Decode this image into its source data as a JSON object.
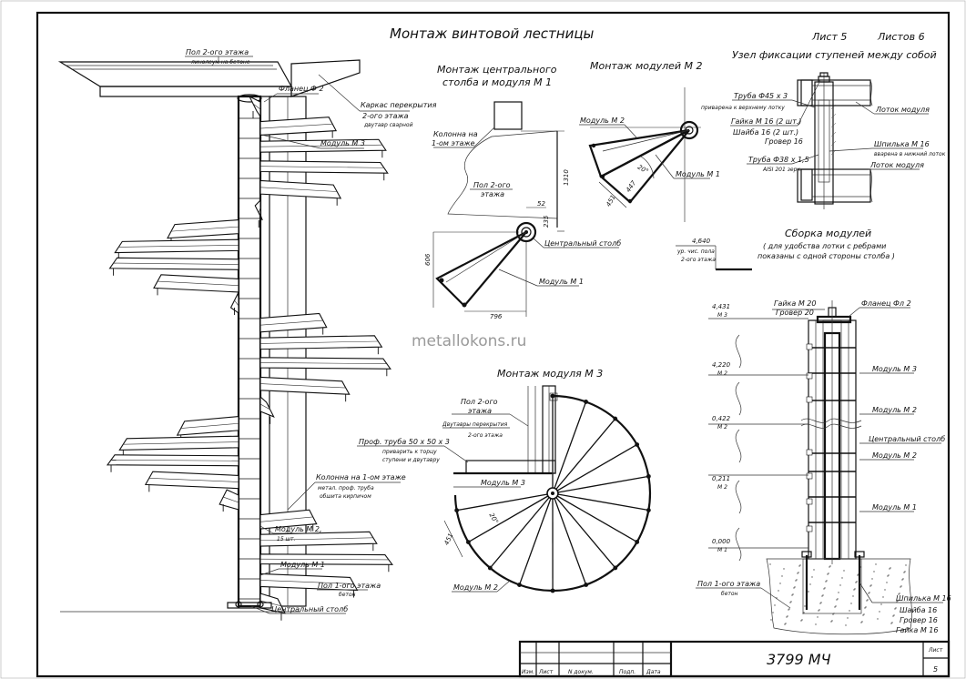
{
  "sheet": {
    "title": "Монтаж винтовой лестницы",
    "sheet_label": "Лист 5",
    "sheets_label": "Листов 6",
    "watermark": "metallokons.ru"
  },
  "views": {
    "central_title_1": "Монтаж центрального",
    "central_title_2": "столба и модуля М 1",
    "m2_title": "Монтаж модулей М 2",
    "node_title": "Узел фиксации ступеней между собой",
    "assembly_title": "Сборка модулей",
    "assembly_note_1": "( для удобства лотки с ребрами",
    "assembly_note_2": "показаны с одной стороны столба )",
    "m3_title": "Монтаж модуля М 3"
  },
  "left_labels": {
    "floor2": "Пол 2-ого этажа",
    "floor2_sub": "линолеум на бетоне",
    "flange": "Фланец Ф 2",
    "frame": "Каркас перекрытия",
    "frame2": "2-ого этажа",
    "frame_sub": "двутавр сварной",
    "module3": "Модуль М 3",
    "column1": "Колонна на 1-ом этаже",
    "column_sub1": "метал. проф. труба",
    "column_sub2": "обшита кирпичом",
    "module2": "Модуль М 2,",
    "module2_count": "15 шт.",
    "module1": "Модуль М 1",
    "floor1": "Пол 1-ого этажа",
    "floor1_sub": "бетон",
    "central": "Центральный столб"
  },
  "central_labels": {
    "column": "Колонна на",
    "column2": "1-ом этаже",
    "floor": "Пол 2-ого",
    "floor2": "этажа",
    "central": "Центральный столб",
    "module1": "Модуль М 1"
  },
  "central_dims": {
    "d1310": "1310",
    "d52": "52",
    "d235": "235",
    "d606": "606",
    "d796": "796"
  },
  "m2_labels": {
    "module2": "Модуль М 2",
    "module1": "Модуль М 1",
    "angle": "20°",
    "d447": "447",
    "d451": "451"
  },
  "node_labels": {
    "pipe45": "Труба  Ф45 х 3",
    "pipe45_sub": "приварена к верхнему лотку",
    "nut16": "Гайка  М 16 (2 шт.)",
    "washer16": "Шайба  16 (2 шт.)",
    "grover16": "Гровер  16",
    "tray_top": "Лоток модуля",
    "stud": "Шпилька  М 16",
    "stud_sub": "вварена в нижний лоток",
    "pipe38": "Труба  Ф38 х 1,5",
    "pipe38_sub": "AISI 201 зерк.",
    "tray_bottom": "Лоток модуля"
  },
  "assembly_labels": {
    "lvl_top": "4,640",
    "lvl_top_sub1": "ур. чис. пола",
    "lvl_top_sub2": "2-ого этажа",
    "nut20": "Гайка  М 20",
    "grover20": "Гровер  20",
    "flange": "Фланец  Фл 2",
    "lvl_4431": "4,431",
    "tag_m3": "М 3",
    "lvl_4220": "4,220",
    "tag_m2a": "М 2",
    "module3": "Модуль  М 3",
    "lvl_0422": "0,422",
    "tag_m2b": "М 2",
    "module2a": "Модуль  М 2",
    "central": "Центральный столб",
    "module2b": "Модуль  М 2",
    "lvl_0211": "0,211",
    "tag_m2c": "М 2",
    "module1": "Модуль  М 1",
    "lvl_0000": "0,000",
    "tag_m1": "М 1",
    "floor1": "Пол  1-ого  этажа",
    "floor1_sub": "бетон",
    "stud16": "Шпилька  М 16",
    "washer16": "Шайба  16",
    "grover16": "Гровер  16",
    "nut16": "Гайка  М 16"
  },
  "m3_labels": {
    "floor2": "Пол  2-ого",
    "floor2b": "этажа",
    "beams": "Двутавры перекрытия",
    "beams2": "2-ого этажа",
    "prof": "Проф.  труба  50 х 50 х 3",
    "prof_sub1": "приварить к торцу",
    "prof_sub2": "ступени и двутавру",
    "module3": "Модуль  М 3",
    "angle": "20°",
    "d451": "451",
    "module2": "Модуль  М 2"
  },
  "title_block": {
    "code": "3799  МЧ",
    "sheet_caption": "Лист",
    "sheet_number": "5",
    "col_izm": "Изм.",
    "col_list": "Лист",
    "col_doc": "N докум.",
    "col_sign": "Подп.",
    "col_date": "Дата"
  }
}
